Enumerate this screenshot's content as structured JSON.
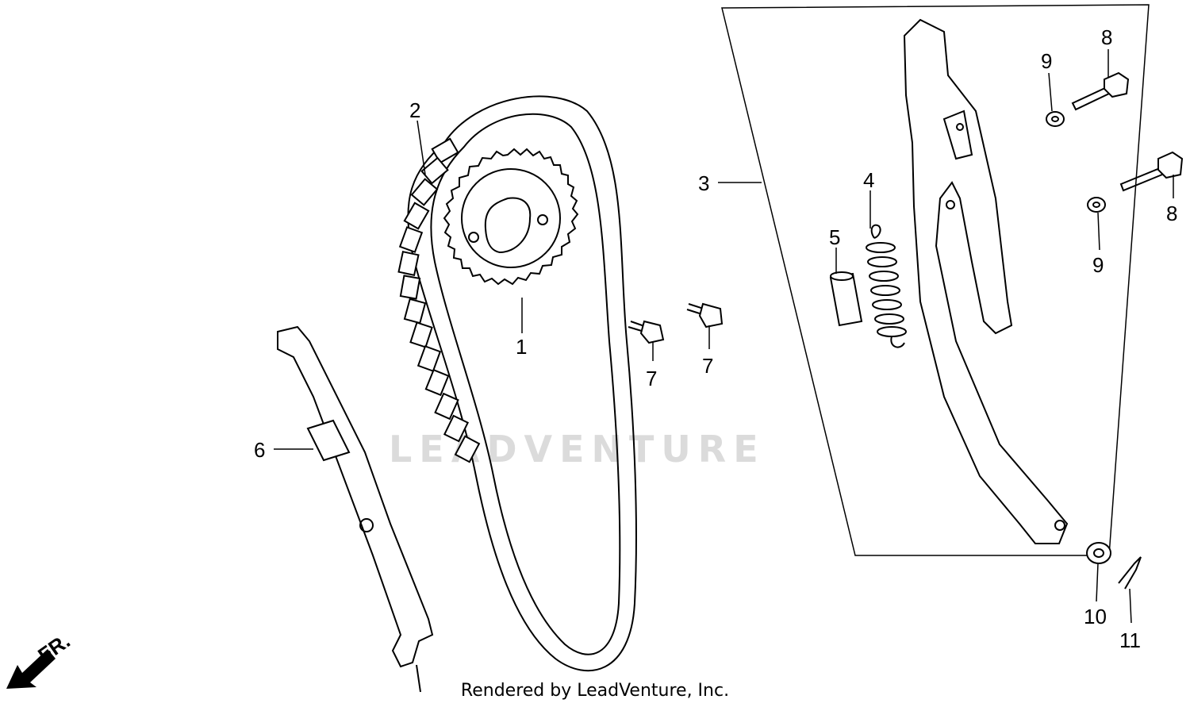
{
  "labels": {
    "p1": "1",
    "p2": "2",
    "p3": "3",
    "p4": "4",
    "p5": "5",
    "p6": "6",
    "p7a": "7",
    "p7b": "7",
    "p8a": "8",
    "p8b": "8",
    "p9a": "9",
    "p9b": "9",
    "p10": "10",
    "p11": "11"
  },
  "direction_label": "FR.",
  "watermark": "LEADVENTURE",
  "footer": "Rendered by LeadVenture, Inc."
}
